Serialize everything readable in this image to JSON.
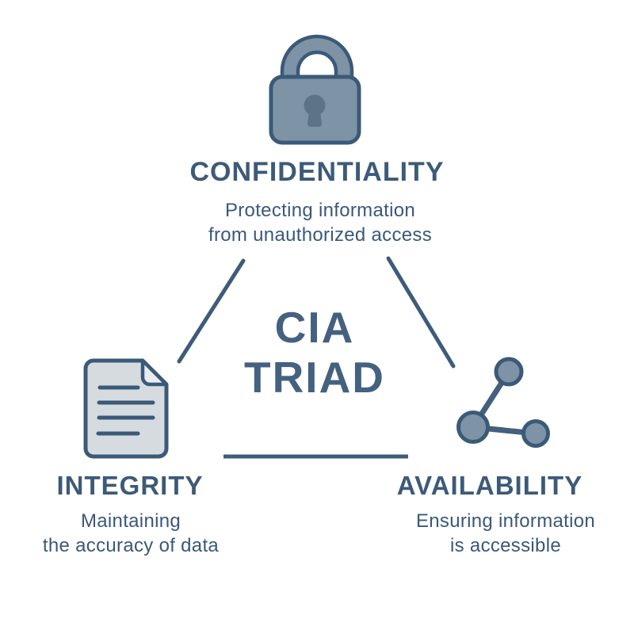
{
  "diagram": {
    "title_line1": "CIA",
    "title_line2": "TRIAD"
  },
  "nodes": {
    "confidentiality": {
      "title": "CONFIDENTIALITY",
      "description_line1": "Protecting information",
      "description_line2": "from unauthorized access",
      "icon": "lock-icon"
    },
    "integrity": {
      "title": "INTEGRITY",
      "description_line1": "Maintaining",
      "description_line2": "the accuracy of data",
      "icon": "document-icon"
    },
    "availability": {
      "title": "AVAILABILITY",
      "description_line1": "Ensuring information",
      "description_line2": "is accessible",
      "icon": "network-icon"
    }
  },
  "colors": {
    "background": "#ffffff",
    "heading_text": "#3d5a78",
    "body_text": "#3a587b",
    "center_text": "#446180",
    "triangle_line": "#3e5c79",
    "icon_outline": "#3b5a78",
    "icon_fill_medium": "#7e93a6",
    "icon_fill_light": "#d6dbe0",
    "icon_fill_fold": "#eaedf0",
    "keyhole": "#5d7386",
    "connector": "#43607c"
  }
}
